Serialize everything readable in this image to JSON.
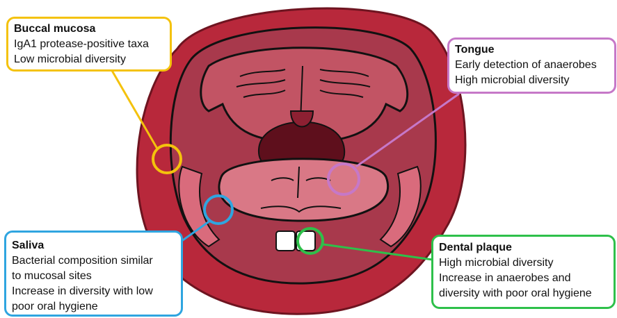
{
  "colors": {
    "buccal": "#f4c20d",
    "tongue": "#c678c8",
    "saliva": "#2fa5e0",
    "plaque": "#2ec04a",
    "lip": "#b8283b",
    "lip_outline": "#6e1420",
    "cavity": "#a8394c",
    "gum": "#d96b7c",
    "tongue_fill": "#d97886",
    "throat": "#5e0f1c"
  },
  "labels": {
    "buccal_mucosa": {
      "title": "Buccal mucosa",
      "lines": [
        "IgA1 protease-positive taxa",
        "Low microbial diversity"
      ]
    },
    "tongue": {
      "title": "Tongue",
      "lines": [
        "Early detection of anaerobes",
        "High microbial diversity"
      ]
    },
    "saliva": {
      "title": "Saliva",
      "lines": [
        "Bacterial composition similar",
        "to mucosal sites",
        "Increase in diversity with low",
        "poor oral hygiene"
      ]
    },
    "dental_plaque": {
      "title": "Dental plaque",
      "lines": [
        "High microbial diversity",
        "Increase in anaerobes and",
        "diversity with poor oral hygiene"
      ]
    }
  }
}
